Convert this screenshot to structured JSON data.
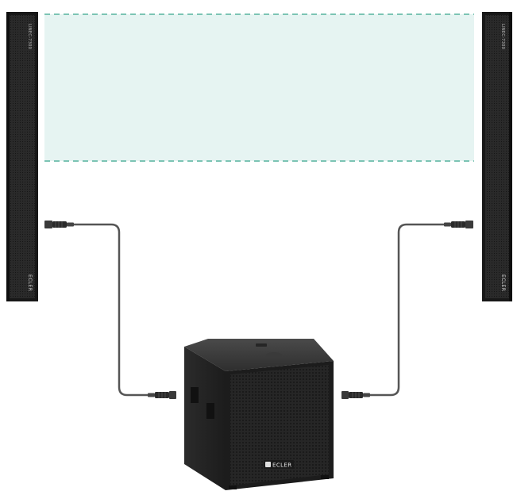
{
  "diagram": {
    "left_column": {
      "brand": "ECLER",
      "model": "LINEC-7300"
    },
    "right_column": {
      "brand": "ECLER",
      "model": "LINEC-7300"
    },
    "subwoofer": {
      "brand": "ECLER"
    }
  },
  "colors": {
    "coverage_fill": "#e6f4f2",
    "coverage_dash": "#7cc4b4",
    "cabinet": "#1f1f1f",
    "grille": "#2a2a2a",
    "cable": "#555555"
  }
}
